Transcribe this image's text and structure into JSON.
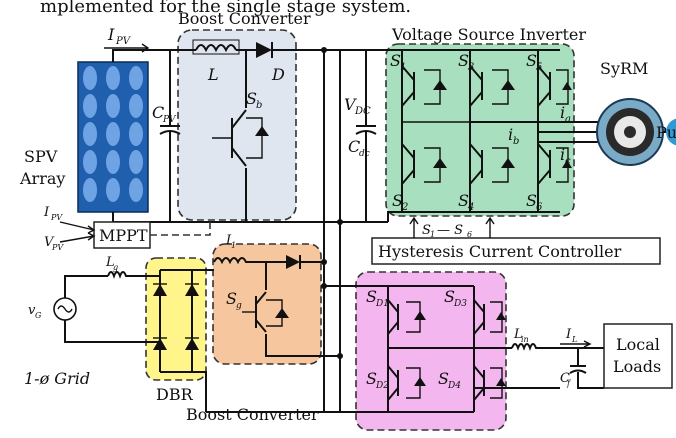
{
  "caption": "mplemented for the single stage system.",
  "colors": {
    "pv_blue": "#1f5fae",
    "boost_top": "#dfe6ef",
    "boost_bottom": "#f6c79f",
    "vsi": "#a8dfbf",
    "dbr": "#fff58a",
    "grid_inverter": "#f4b6ee",
    "motor": "#7aaac6"
  },
  "labels": {
    "boost_top": "Boost Converter",
    "vsi": "Voltage Source Inverter",
    "spv_line1": "SPV",
    "spv_line2": "Array",
    "i_pv": "I",
    "i_pv_sub": "PV",
    "cpv": "C",
    "cpv_sub": "PV",
    "L": "L",
    "D": "D",
    "Sb": "S",
    "Sb_sub": "b",
    "vdc": "V",
    "vdc_sub": "DC",
    "cdc": "C",
    "cdc_sub": "dc",
    "s1": "S",
    "s1_sub": "1",
    "s3": "S",
    "s3_sub": "3",
    "s5": "S",
    "s5_sub": "5",
    "s2": "S",
    "s2_sub": "2",
    "s4": "S",
    "s4_sub": "4",
    "s6": "S",
    "s6_sub": "6",
    "motor": "SyRM",
    "pump": "Pu",
    "ia": "i",
    "ia_sub": "a",
    "ib": "i",
    "ib_sub": "b",
    "ic": "i",
    "ic_sub": "c",
    "mppt": "MPPT",
    "mppt_in_i": "I",
    "mppt_in_i_sub": "PV",
    "mppt_in_v": "V",
    "mppt_in_v_sub": "PV",
    "i1": "I",
    "i1_sub": "1",
    "switch_signals": "S",
    "switch_signals_sub1": "1",
    "switch_signals_mid": "— S",
    "switch_signals_sub2": "6",
    "hcc": "Hysteresis Current Controller",
    "lg": "L",
    "lg_sub": "g",
    "vg": "v",
    "vg_sub": "G",
    "grid": "1-ø Grid",
    "dbr": "DBR",
    "boost_bottom": "Boost Converter",
    "sg": "S",
    "sg_sub": "g",
    "sd1": "S",
    "sd1_sub": "D1",
    "sd3": "S",
    "sd3_sub": "D3",
    "sd2": "S",
    "sd2_sub": "D2",
    "sd4": "S",
    "sd4_sub": "D4",
    "lin": "L",
    "lin_sub": "in",
    "il": "I",
    "il_sub": "L",
    "cf": "C",
    "cf_sub": "f",
    "loads_line1": "Local",
    "loads_line2": "Loads"
  },
  "icons": {
    "pv_panel": "pv-array-icon",
    "motor": "syrm-motor-icon",
    "ac_source": "ac-source-icon"
  }
}
